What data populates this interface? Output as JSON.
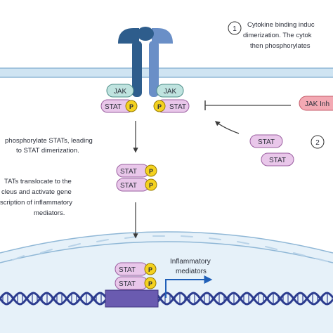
{
  "callouts": [
    {
      "number": "1",
      "lines": [
        "Cytokine binding induc",
        "dimerization. The cytok",
        "then phosphorylates"
      ]
    },
    {
      "number": "2"
    }
  ],
  "receptor": {
    "jak_label": "JAK",
    "stat_label": "STAT",
    "phospho_label": "P"
  },
  "inhibitor": {
    "label": "JAK Inh"
  },
  "free_stats": [
    "STAT",
    "STAT"
  ],
  "step_texts": {
    "phosphorylate": [
      "phosphorylate STATs, leading",
      "to STAT dimerization."
    ],
    "translocate": [
      "TATs translocate to the",
      "cleus and activate gene",
      "scription of inflammatory",
      "mediators."
    ]
  },
  "gene_output": {
    "lines": [
      "Inflammatory",
      "mediators"
    ]
  },
  "colors": {
    "receptor_dark": "#2e5d8c",
    "receptor_light": "#6a8fc7",
    "membrane": "#cfe4f2",
    "nucleus": "#dcebf6",
    "jak_fill": "#bfe3df",
    "stat_fill": "#e9c7ea",
    "phospho_fill": "#f4d21f",
    "inhibitor_fill": "#f3a9b3",
    "gene_box": "#6a5bb0",
    "dna": "#2c3c8f",
    "arrow_blue": "#1f5fb8"
  }
}
